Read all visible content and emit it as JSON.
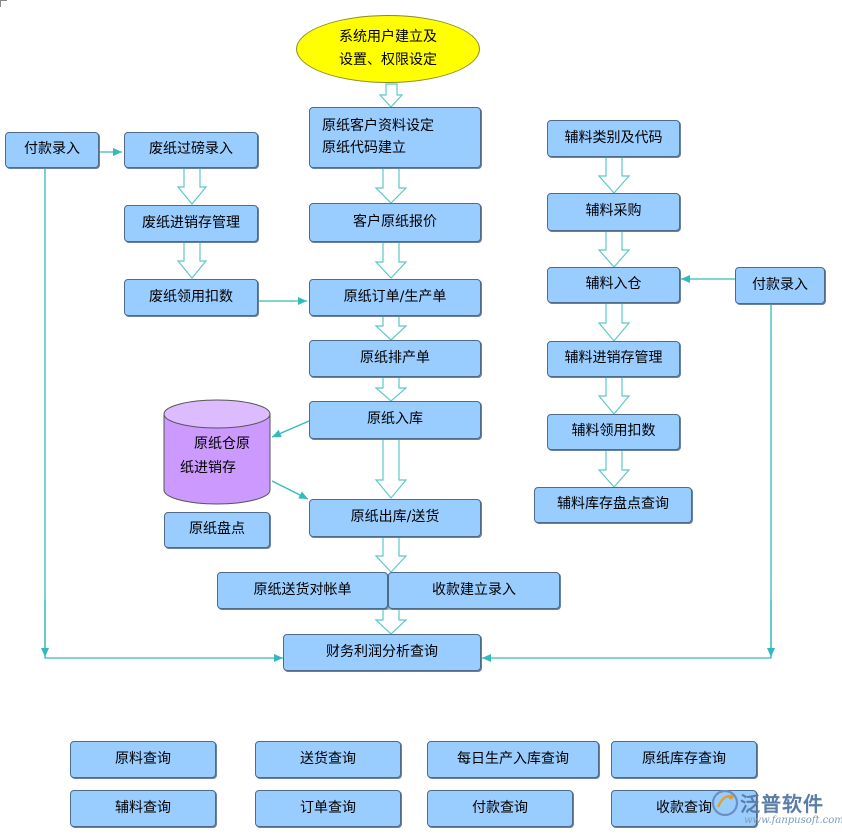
{
  "start": {
    "line1": "系统用户建立及",
    "line2": "设置、权限设定"
  },
  "left": {
    "payment": "付款录入",
    "waste_weigh": "废纸过磅录入",
    "waste_inventory": "废纸进销存管理",
    "waste_use": "废纸领用扣数"
  },
  "center": {
    "customer_setup_1": "原纸客户资料设定",
    "customer_setup_2": "原纸代码建立",
    "quote": "客户原纸报价",
    "order": "原纸订单/生产单",
    "schedule": "原纸排产单",
    "stock_in": "原纸入库",
    "outbound": "原纸出库/送货",
    "delivery_statement": "原纸送货对帐单",
    "receipt_entry": "收款建立录入",
    "finance": "财务利润分析查询"
  },
  "warehouse": {
    "line1": "原纸仓原",
    "line2": "纸进销存"
  },
  "stocktake": "原纸盘点",
  "right": {
    "category": "辅料类别及代码",
    "purchase": "辅料采购",
    "stock_in": "辅料入仓",
    "payment": "付款录入",
    "inventory": "辅料进销存管理",
    "use": "辅料领用扣数",
    "stock_check": "辅料库存盘点查询"
  },
  "queries": {
    "row1": [
      "原料查询",
      "送货查询",
      "每日生产入库查询",
      "原纸库存查询"
    ],
    "row2": [
      "辅料查询",
      "订单查询",
      "付款查询",
      "收款查询"
    ]
  },
  "watermark": {
    "name": "泛普软件",
    "url": "www.fanpusoft.com"
  },
  "colors": {
    "box": "#99ccff",
    "start": "#ffff00",
    "warehouse": "#cc99ff",
    "arrow": "#33cccc"
  }
}
